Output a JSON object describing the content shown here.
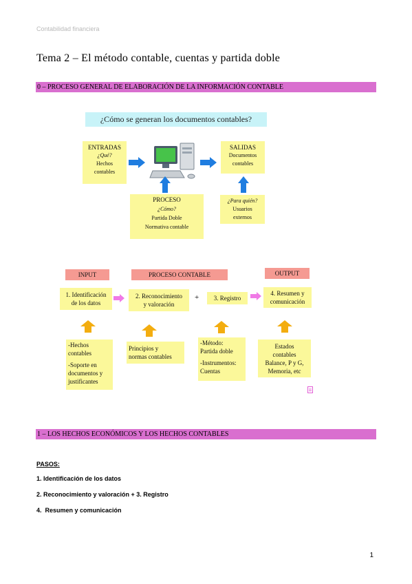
{
  "header": {
    "note": "Contabilidad financiera"
  },
  "title": "Tema 2 – El método contable, cuentas y partida doble",
  "section0": {
    "heading": "0 – PROCESO GENERAL DE ELABORACIÓN DE LA INFORMACIÓN CONTABLE"
  },
  "diagram1": {
    "question": "¿Cómo se generan los documentos contables?",
    "entradas": {
      "title": "ENTRADAS",
      "sub": "¿Qué?",
      "line1": "Hechos",
      "line2": "contables"
    },
    "salidas": {
      "title": "SALIDAS",
      "line1": "Documentos",
      "line2": "contables"
    },
    "proceso": {
      "title": "PROCESO",
      "sub": "¿Cómo?",
      "line1": "Partida Doble",
      "line2": "Normativa contable"
    },
    "para_quien": {
      "sub": "¿Para quién?",
      "line1": "Usuarios",
      "line2": "externos"
    }
  },
  "diagram2": {
    "input_label": "INPUT",
    "proceso_label": "PROCESO CONTABLE",
    "output_label": "OUTPUT",
    "step1": {
      "line1": "1. Identificación",
      "line2": "de los datos"
    },
    "step2": {
      "line1": "2. Reconocimiento",
      "line2": "y valoración"
    },
    "plus": "+",
    "step3": "3. Registro",
    "step4": {
      "line1": "4. Resumen y",
      "line2": "comunicación"
    },
    "b1": {
      "line1": "-Hechos",
      "line2": "contables",
      "line3": "-Soporte en",
      "line4": "documentos y",
      "line5": "justificantes"
    },
    "b2": {
      "line1": "Principios y",
      "line2": "normas contables"
    },
    "b3": {
      "line1": "-Método:",
      "line2": "Partida doble",
      "line3": "-Instrumentos:",
      "line4": "Cuentas"
    },
    "b4": {
      "line1": "Estados",
      "line2": "contables",
      "line3": "Balance, P y G,",
      "line4": "Memoria, etc"
    }
  },
  "section1": {
    "heading": "1 – LOS HECHOS ECONÓMICOS Y LOS HECHOS CONTABLES"
  },
  "pasos": {
    "label": "PASOS:",
    "items": [
      "1. Identificación de los datos",
      "2. Reconocimiento y valoración + 3. Registro",
      "4.  Resumen y comunicación"
    ]
  },
  "footer": {
    "page_number": "1"
  },
  "colors": {
    "section_bar": "#d96fcf",
    "note_yellow": "#fbf89a",
    "arrow_blue": "#1f7de0",
    "arrow_orange": "#f3ad10",
    "arrow_pink": "#f07ae6"
  }
}
